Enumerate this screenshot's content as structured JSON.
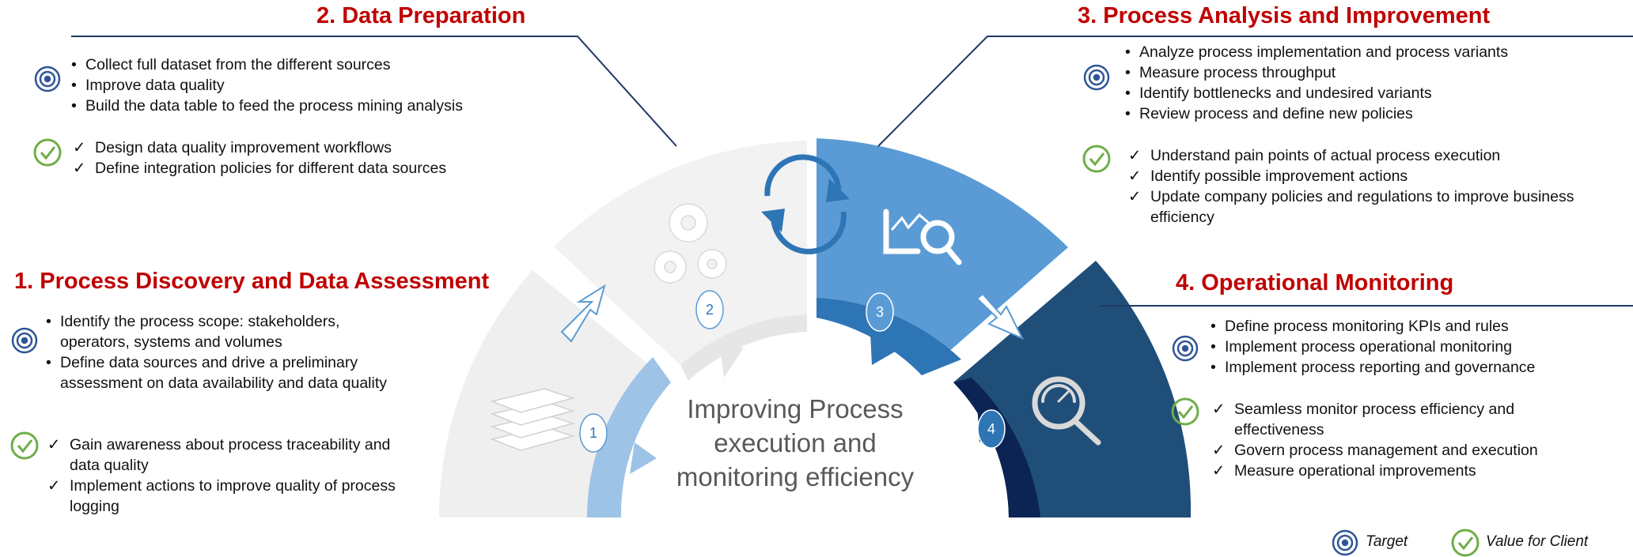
{
  "center_text": [
    "Improving Process",
    "execution  and",
    "monitoring  efficiency"
  ],
  "steps": [
    {
      "number": "1",
      "title": "1. Process Discovery and Data Assessment",
      "targets": [
        "Identify the process scope: stakeholders, operators, systems and volumes",
        "Define data sources and drive a preliminary assessment on data availability and data quality"
      ],
      "values": [
        "Gain awareness about process traceability and data quality",
        "Implement  actions to improve quality of process logging"
      ],
      "icon": "layers-icon"
    },
    {
      "number": "2",
      "title": "2. Data Preparation",
      "targets": [
        "Collect full dataset from the different sources",
        "Improve data quality",
        "Build the data table to feed the process mining analysis"
      ],
      "values": [
        "Design data quality improvement workflows",
        "Define integration policies for different data sources"
      ],
      "icon": "gears-icon"
    },
    {
      "number": "3",
      "title": "3. Process Analysis and Improvement",
      "targets": [
        "Analyze process implementation and process variants",
        "Measure process throughput",
        "Identify bottlenecks and undesired variants",
        "Review process and define new policies"
      ],
      "values": [
        "Understand pain points of actual process execution",
        "Identify possible improvement actions",
        "Update company policies and regulations to improve business efficiency"
      ],
      "icon": "process-analysis-icon"
    },
    {
      "number": "4",
      "title": "4. Operational Monitoring",
      "targets": [
        "Define process monitoring KPIs and rules",
        "Implement  process operational monitoring",
        "Implement  process reporting and governance"
      ],
      "values": [
        "Seamless monitor process efficiency and effectiveness",
        "Govern process management and execution",
        "Measure operational improvements"
      ],
      "icon": "gauge-magnifier-icon"
    }
  ],
  "legend": {
    "target_label": "Target",
    "value_label": "Value for Client"
  },
  "colors": {
    "title_red": "#c00000",
    "seg1": "#efefef",
    "seg2": "#f2f2f2",
    "seg3": "#5b9bd5",
    "seg4": "#1f4e79",
    "inner1": "#9dc3e6",
    "inner2": "#e6e6e6",
    "inner3": "#2e75b6",
    "inner4": "#0b2453",
    "target_icon": "#2f5597",
    "value_icon": "#70ad47"
  }
}
